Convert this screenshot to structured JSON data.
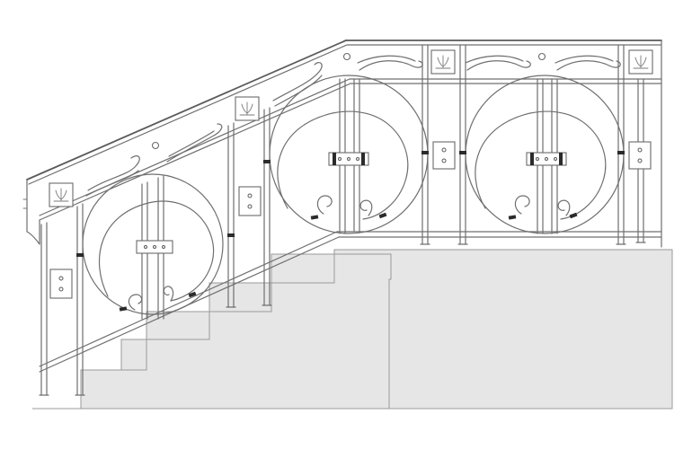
{
  "colors": {
    "background": "#ffffff",
    "line": "#6f6f6f",
    "collar": "#2b2b2b",
    "stair_fill": "#e6e6e6"
  },
  "panels": {
    "count": 3,
    "motifs": [
      "circle-scroll",
      "square-plate",
      "tulip-square",
      "wave-scroll",
      "center-clamp"
    ]
  }
}
